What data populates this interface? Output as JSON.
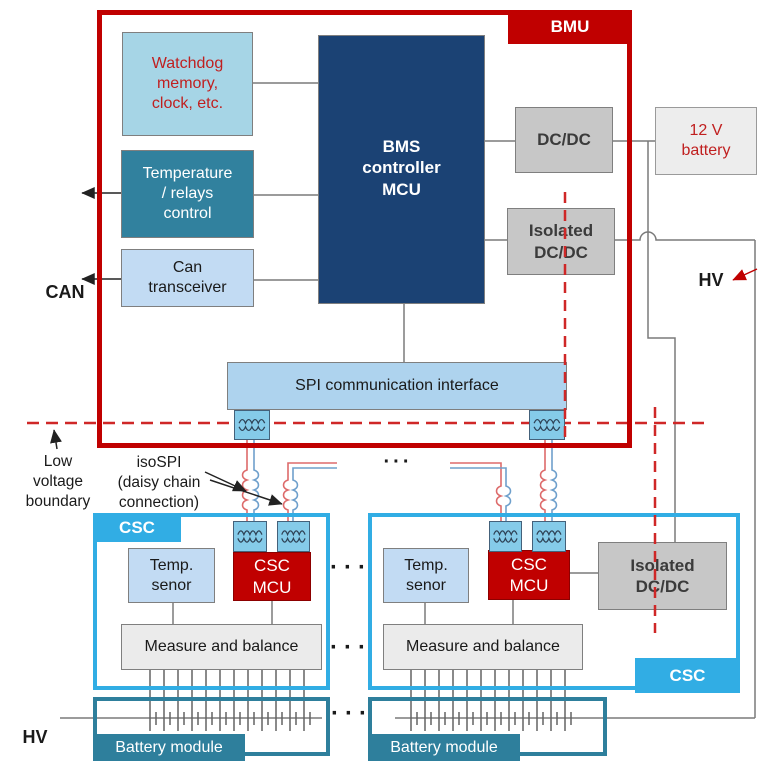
{
  "colors": {
    "bmu_red": "#c00000",
    "csc_blue": "#31ade4",
    "module_teal": "#2e7f9c",
    "mcu_navy": "#1b4274",
    "teal_box": "#31819e",
    "boundary_red": "#cf2727",
    "pair_red": "#dd6b6b",
    "pair_blue": "#6fa0cc"
  },
  "bmu": {
    "tab": "BMU",
    "watchdog": "Watchdog\nmemory,\nclock, etc.",
    "temperature": "Temperature\n/ relays\ncontrol",
    "can_transceiver": "Can\ntransceiver",
    "mcu": "BMS\ncontroller\nMCU",
    "dcdc": "DC/DC",
    "isolated_dcdc": "Isolated\nDC/DC",
    "spi": "SPI communication interface"
  },
  "battery_12v": "12 V\nbattery",
  "labels": {
    "can": "CAN",
    "hv_right": "HV",
    "hv_bottom": "HV",
    "low_voltage_boundary": "Low\nvoltage\nboundary",
    "isospi": "isoSPI\n(daisy chain\nconnection)",
    "ellipsis": "···"
  },
  "csc1": {
    "tab": "CSC",
    "temp_sensor": "Temp.\nsenor",
    "mcu": "CSC\nMCU",
    "measure": "Measure and balance",
    "battery_module": "Battery module"
  },
  "csc2": {
    "tab": "CSC",
    "temp_sensor": "Temp.\nsenor",
    "mcu": "CSC\nMCU",
    "measure": "Measure and balance",
    "isolated_dcdc": "Isolated\nDC/DC",
    "battery_module": "Battery module"
  }
}
